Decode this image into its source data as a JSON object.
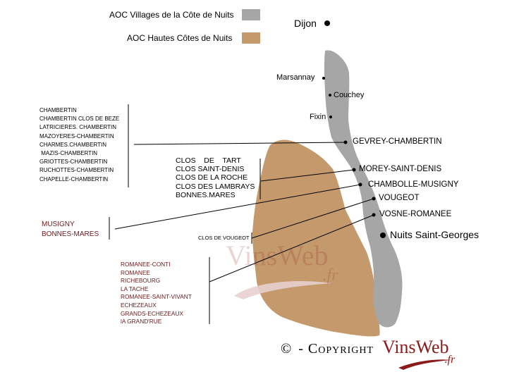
{
  "colors": {
    "villages": "#a6a6a6",
    "hautes_cotes": "#c49a6c",
    "grand_cru_text": "#6b1a1a",
    "brand_red": "#8b1a1a",
    "line": "#000000"
  },
  "legend": {
    "villages_label": "AOC Villages de la Côte de Nuits",
    "hautes_cotes_label": "AOC Hautes Côtes de Nuits"
  },
  "cities": {
    "dijon": "Dijon",
    "nuits": "Nuits Saint-Georges"
  },
  "towns": {
    "marsannay": "Marsannay",
    "couchey": "Couchey",
    "fixin": "Fixin"
  },
  "villages": {
    "gevrey": "GEVREY-CHAMBERTIN",
    "morey": "MOREY-SAINT-DENIS",
    "chambolle": "CHAMBOLLE-MUSIGNY",
    "vougeot": "VOUGEOT",
    "vosne": "VOSNE-ROMANEE"
  },
  "grands_crus": {
    "gevrey": [
      "CHAMBERTIN",
      "CHAMBERTIN CLOS DE BEZE",
      "LATRICIERES. CHAMBERTIN",
      "MAZOYERES-CHAMBERTIN",
      "CHARMES.CHAMBERTIN",
      " MAZIS-CHAMBERTIN",
      "GRIOTTES-CHAMBERTIN",
      "RUCHOTTES-CHAMBERTIN",
      "CHAPELLE-CHAMBERTIN"
    ],
    "morey": [
      "CLOS    DE    TART",
      "CLOS SAINT-DENIS",
      "CLOS DE LA ROCHE",
      "CLOS DES LAMBRAYS",
      "BONNES.MARES"
    ],
    "chambolle": [
      "MUSIGNY",
      "BONNES-MARES"
    ],
    "vougeot": "CLOS DE VOUGEOT",
    "vosne": [
      "ROMANEE-CONTI",
      "ROMANEE",
      "RICHEBOURG",
      "LA TACHE",
      "ROMANEE-SAINT-VIVANT",
      "ECHEZEAUX",
      "GRANDS-ECHEZEAUX",
      "lA GRAND'RUE"
    ]
  },
  "watermark": {
    "brand": "VinsWeb",
    "suffix": ".fr"
  },
  "copyright": {
    "symbol": "©",
    "text": "- Copyright",
    "brand": "VinsWeb",
    "suffix": ".fr"
  }
}
